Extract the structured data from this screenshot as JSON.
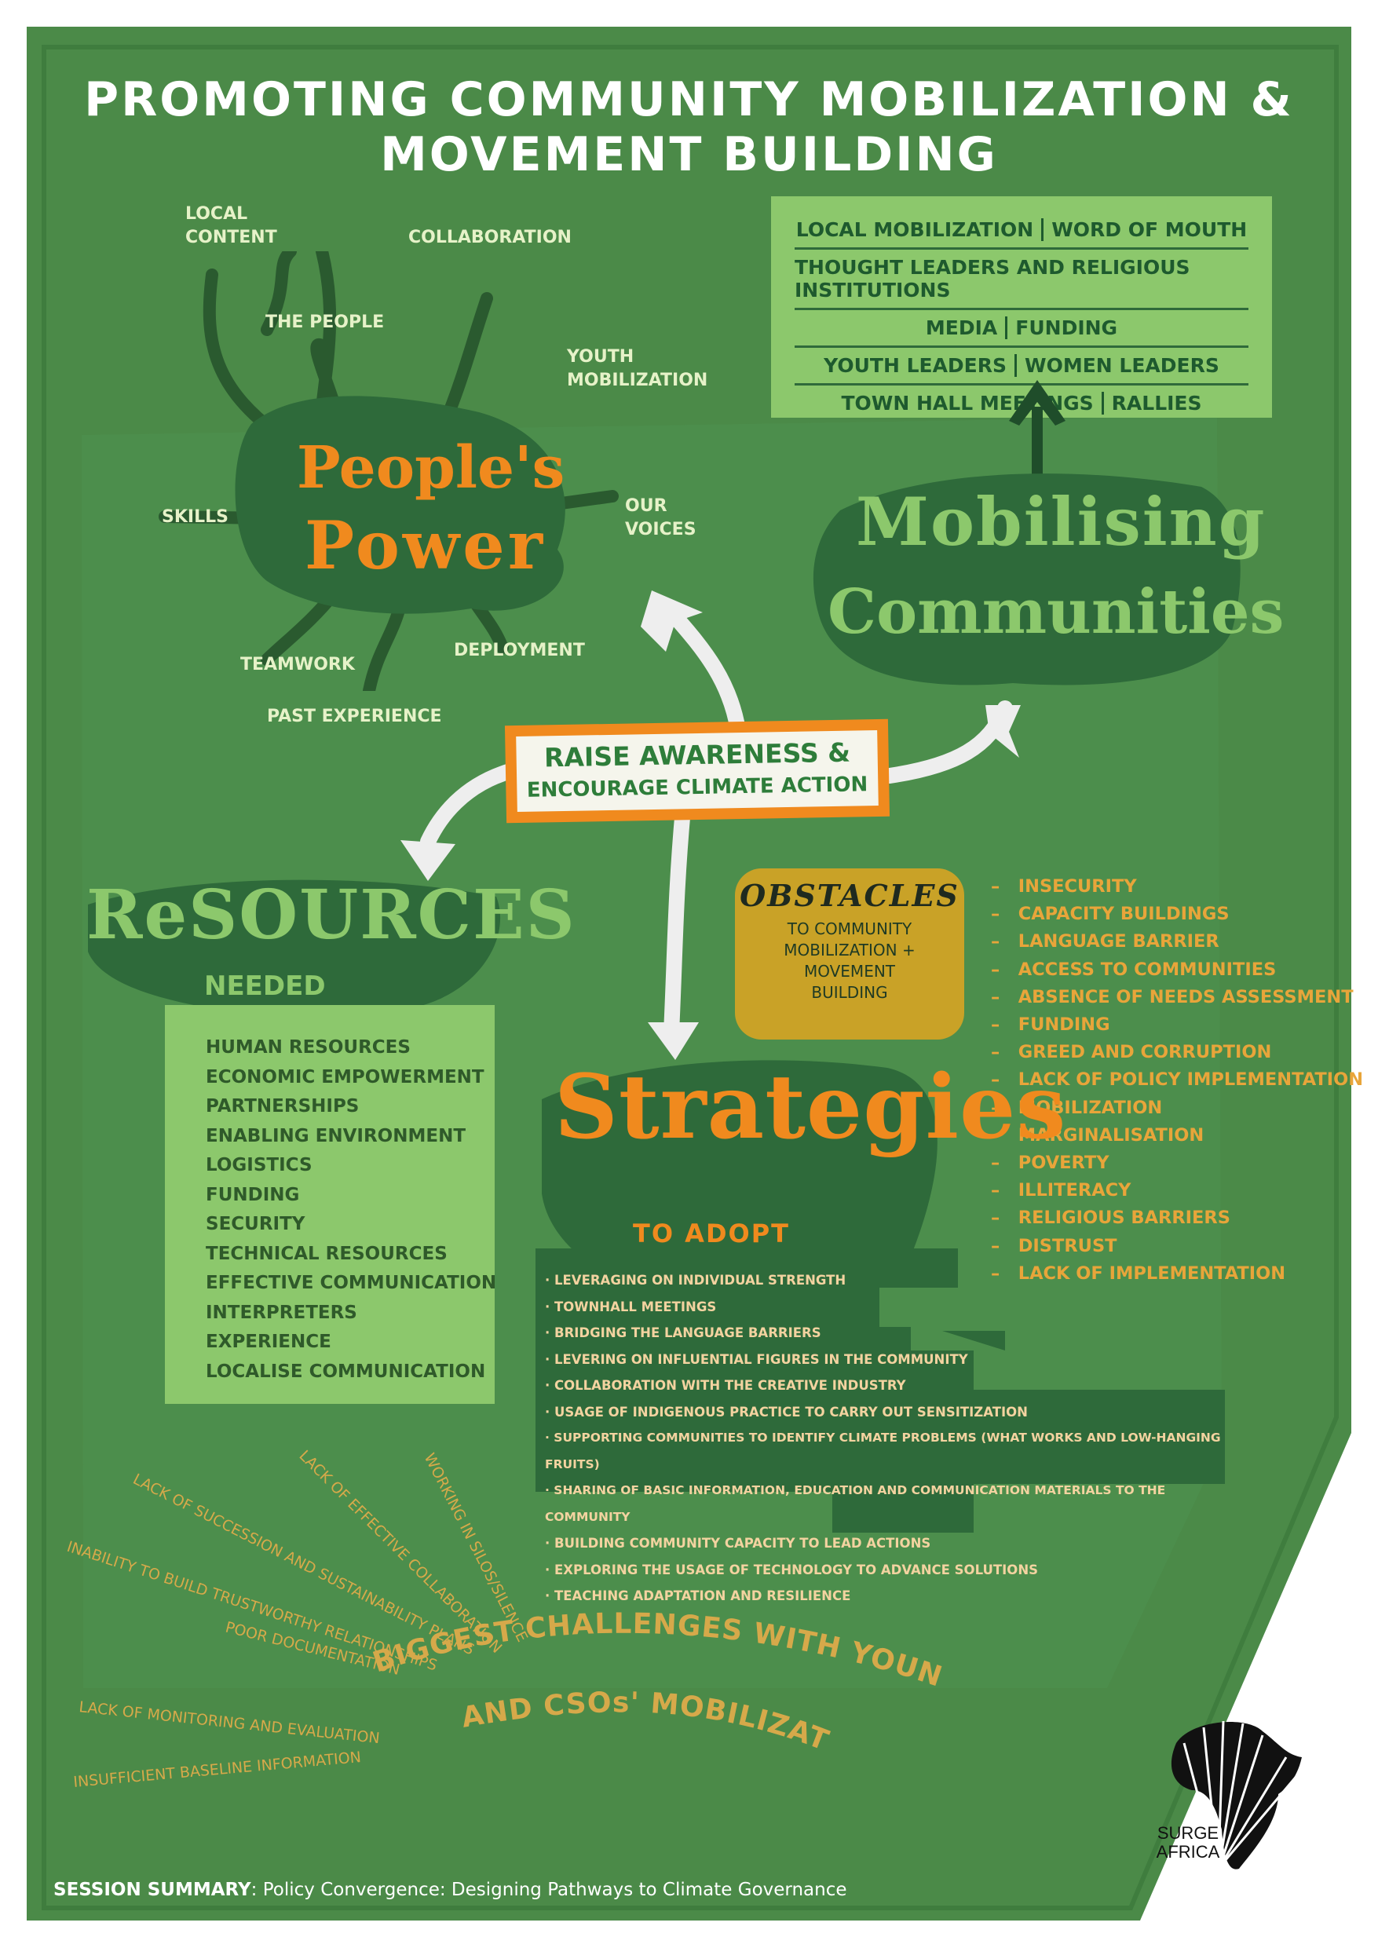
{
  "title": "PROMOTING COMMUNITY MOBILIZATION & MOVEMENT BUILDING",
  "colors": {
    "background": "#4b8a48",
    "dark_green": "#2e6a3a",
    "light_green": "#8cc86c",
    "orange": "#f08a1e",
    "mustard": "#c9a227",
    "challenge_text": "#d6a94a"
  },
  "peoples_power": {
    "line1": "People's",
    "line2": "Power",
    "labels": {
      "local_content": "LOCAL\nCONTENT",
      "collaboration": "COLLABORATION",
      "the_people": "THE PEOPLE",
      "youth_mobilization": "YOUTH\nMOBILIZATION",
      "skills": "SKILLS",
      "our_voices": "OUR\nVOICES",
      "teamwork": "TEAMWORK",
      "deployment": "DEPLOYMENT",
      "past_experience": "PAST EXPERIENCE"
    }
  },
  "mobilising": {
    "line1": "Mobilising",
    "line2": "Communities",
    "rows": [
      [
        "LOCAL MOBILIZATION",
        "WORD OF MOUTH"
      ],
      [
        "THOUGHT LEADERS AND RELIGIOUS INSTITUTIONS"
      ],
      [
        "MEDIA",
        "FUNDING"
      ],
      [
        "YOUTH LEADERS",
        "WOMEN LEADERS"
      ],
      [
        "TOWN HALL MEETINGS",
        "RALLIES"
      ]
    ]
  },
  "center": {
    "line1": "RAISE AWARENESS  &",
    "line2": "ENCOURAGE CLIMATE ACTION"
  },
  "resources": {
    "word": "ReSOURCES",
    "sub": "NEEDED",
    "items": [
      "HUMAN RESOURCES",
      "ECONOMIC EMPOWERMENT",
      "PARTNERSHIPS",
      "ENABLING ENVIRONMENT",
      "LOGISTICS",
      "FUNDING",
      "SECURITY",
      "TECHNICAL RESOURCES",
      "EFFECTIVE COMMUNICATION",
      "INTERPRETERS",
      "EXPERIENCE",
      "LOCALISE COMMUNICATION"
    ]
  },
  "obstacles": {
    "heading": "OBSTACLES",
    "sub": "TO COMMUNITY\nMOBILIZATION +\nMOVEMENT\nBUILDING",
    "items": [
      "INSECURITY",
      "CAPACITY BUILDINGS",
      "LANGUAGE BARRIER",
      "ACCESS TO COMMUNITIES",
      "ABSENCE OF NEEDS ASSESSMENT",
      "FUNDING",
      "GREED AND CORRUPTION",
      "LACK OF POLICY IMPLEMENTATION",
      "MOBILIZATION",
      "MARGINALISATION",
      "POVERTY",
      "ILLITERACY",
      "RELIGIOUS BARRIERS",
      "DISTRUST",
      "LACK OF IMPLEMENTATION"
    ]
  },
  "strategies": {
    "word": "Strategies",
    "sub": "TO ADOPT",
    "items": [
      "LEVERAGING ON INDIVIDUAL STRENGTH",
      "TOWNHALL MEETINGS",
      "BRIDGING THE LANGUAGE BARRIERS",
      "LEVERING ON INFLUENTIAL FIGURES IN THE COMMUNITY",
      "COLLABORATION WITH THE CREATIVE INDUSTRY",
      "USAGE OF INDIGENOUS PRACTICE TO CARRY OUT SENSITIZATION",
      "SUPPORTING COMMUNITIES TO IDENTIFY CLIMATE PROBLEMS (WHAT WORKS AND LOW-HANGING FRUITS)",
      "SHARING OF BASIC INFORMATION, EDUCATION AND COMMUNICATION MATERIALS TO THE COMMUNITY",
      "BUILDING COMMUNITY CAPACITY TO LEAD ACTIONS",
      "EXPLORING THE USAGE OF TECHNOLOGY TO ADVANCE SOLUTIONS",
      "TEACHING ADAPTATION AND RESILIENCE"
    ]
  },
  "challenges": {
    "heading1": "BIGGEST CHALLENGES WITH YOUNG PEOPLE",
    "heading2": "AND CSOs' MOBILIZATION",
    "items": [
      "INSUFFICIENT BASELINE INFORMATION",
      "LACK OF MONITORING AND EVALUATION",
      "POOR DOCUMENTATION",
      "INABILITY TO BUILD TRUSTWORTHY RELATIONSHIPS",
      "LACK OF SUCCESSION AND SUSTAINABILITY PLANS",
      "LACK OF EFFECTIVE COLLABORATION",
      "WORKING IN SILOS/SILENCE"
    ]
  },
  "footer": {
    "label": "SESSION SUMMARY",
    "text": ": Policy Convergence: Designing Pathways to Climate Governance"
  },
  "logo": {
    "line1": "SURGE",
    "line2": "AFRICA"
  }
}
